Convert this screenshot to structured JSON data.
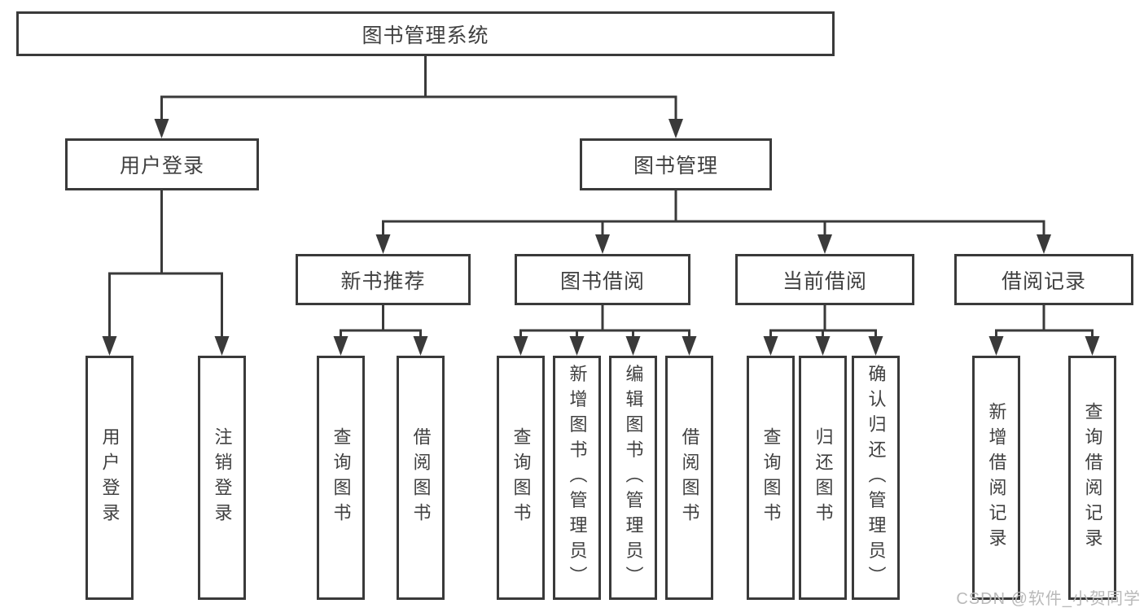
{
  "diagram": {
    "root": "图书管理系统",
    "user_login": {
      "label": "用户登录",
      "children": [
        "用户登录",
        "注销登录"
      ]
    },
    "book_management": {
      "label": "图书管理",
      "modules": [
        {
          "label": "新书推荐",
          "children": [
            "查询图书",
            "借阅图书"
          ]
        },
        {
          "label": "图书借阅",
          "children": [
            "查询图书",
            "新增图书（管理员）",
            "编辑图书（管理员）",
            "借阅图书"
          ]
        },
        {
          "label": "当前借阅",
          "children": [
            "查询图书",
            "归还图书",
            "确认归还（管理员）"
          ]
        },
        {
          "label": "借阅记录",
          "children": [
            "新增借阅记录",
            "查询借阅记录"
          ]
        }
      ]
    },
    "watermark": "CSDN @软件_小贺同学",
    "colors": {
      "line": "#3a3a3a",
      "text": "#404040",
      "background": "#ffffff",
      "watermark": "#b9b9b9"
    }
  }
}
